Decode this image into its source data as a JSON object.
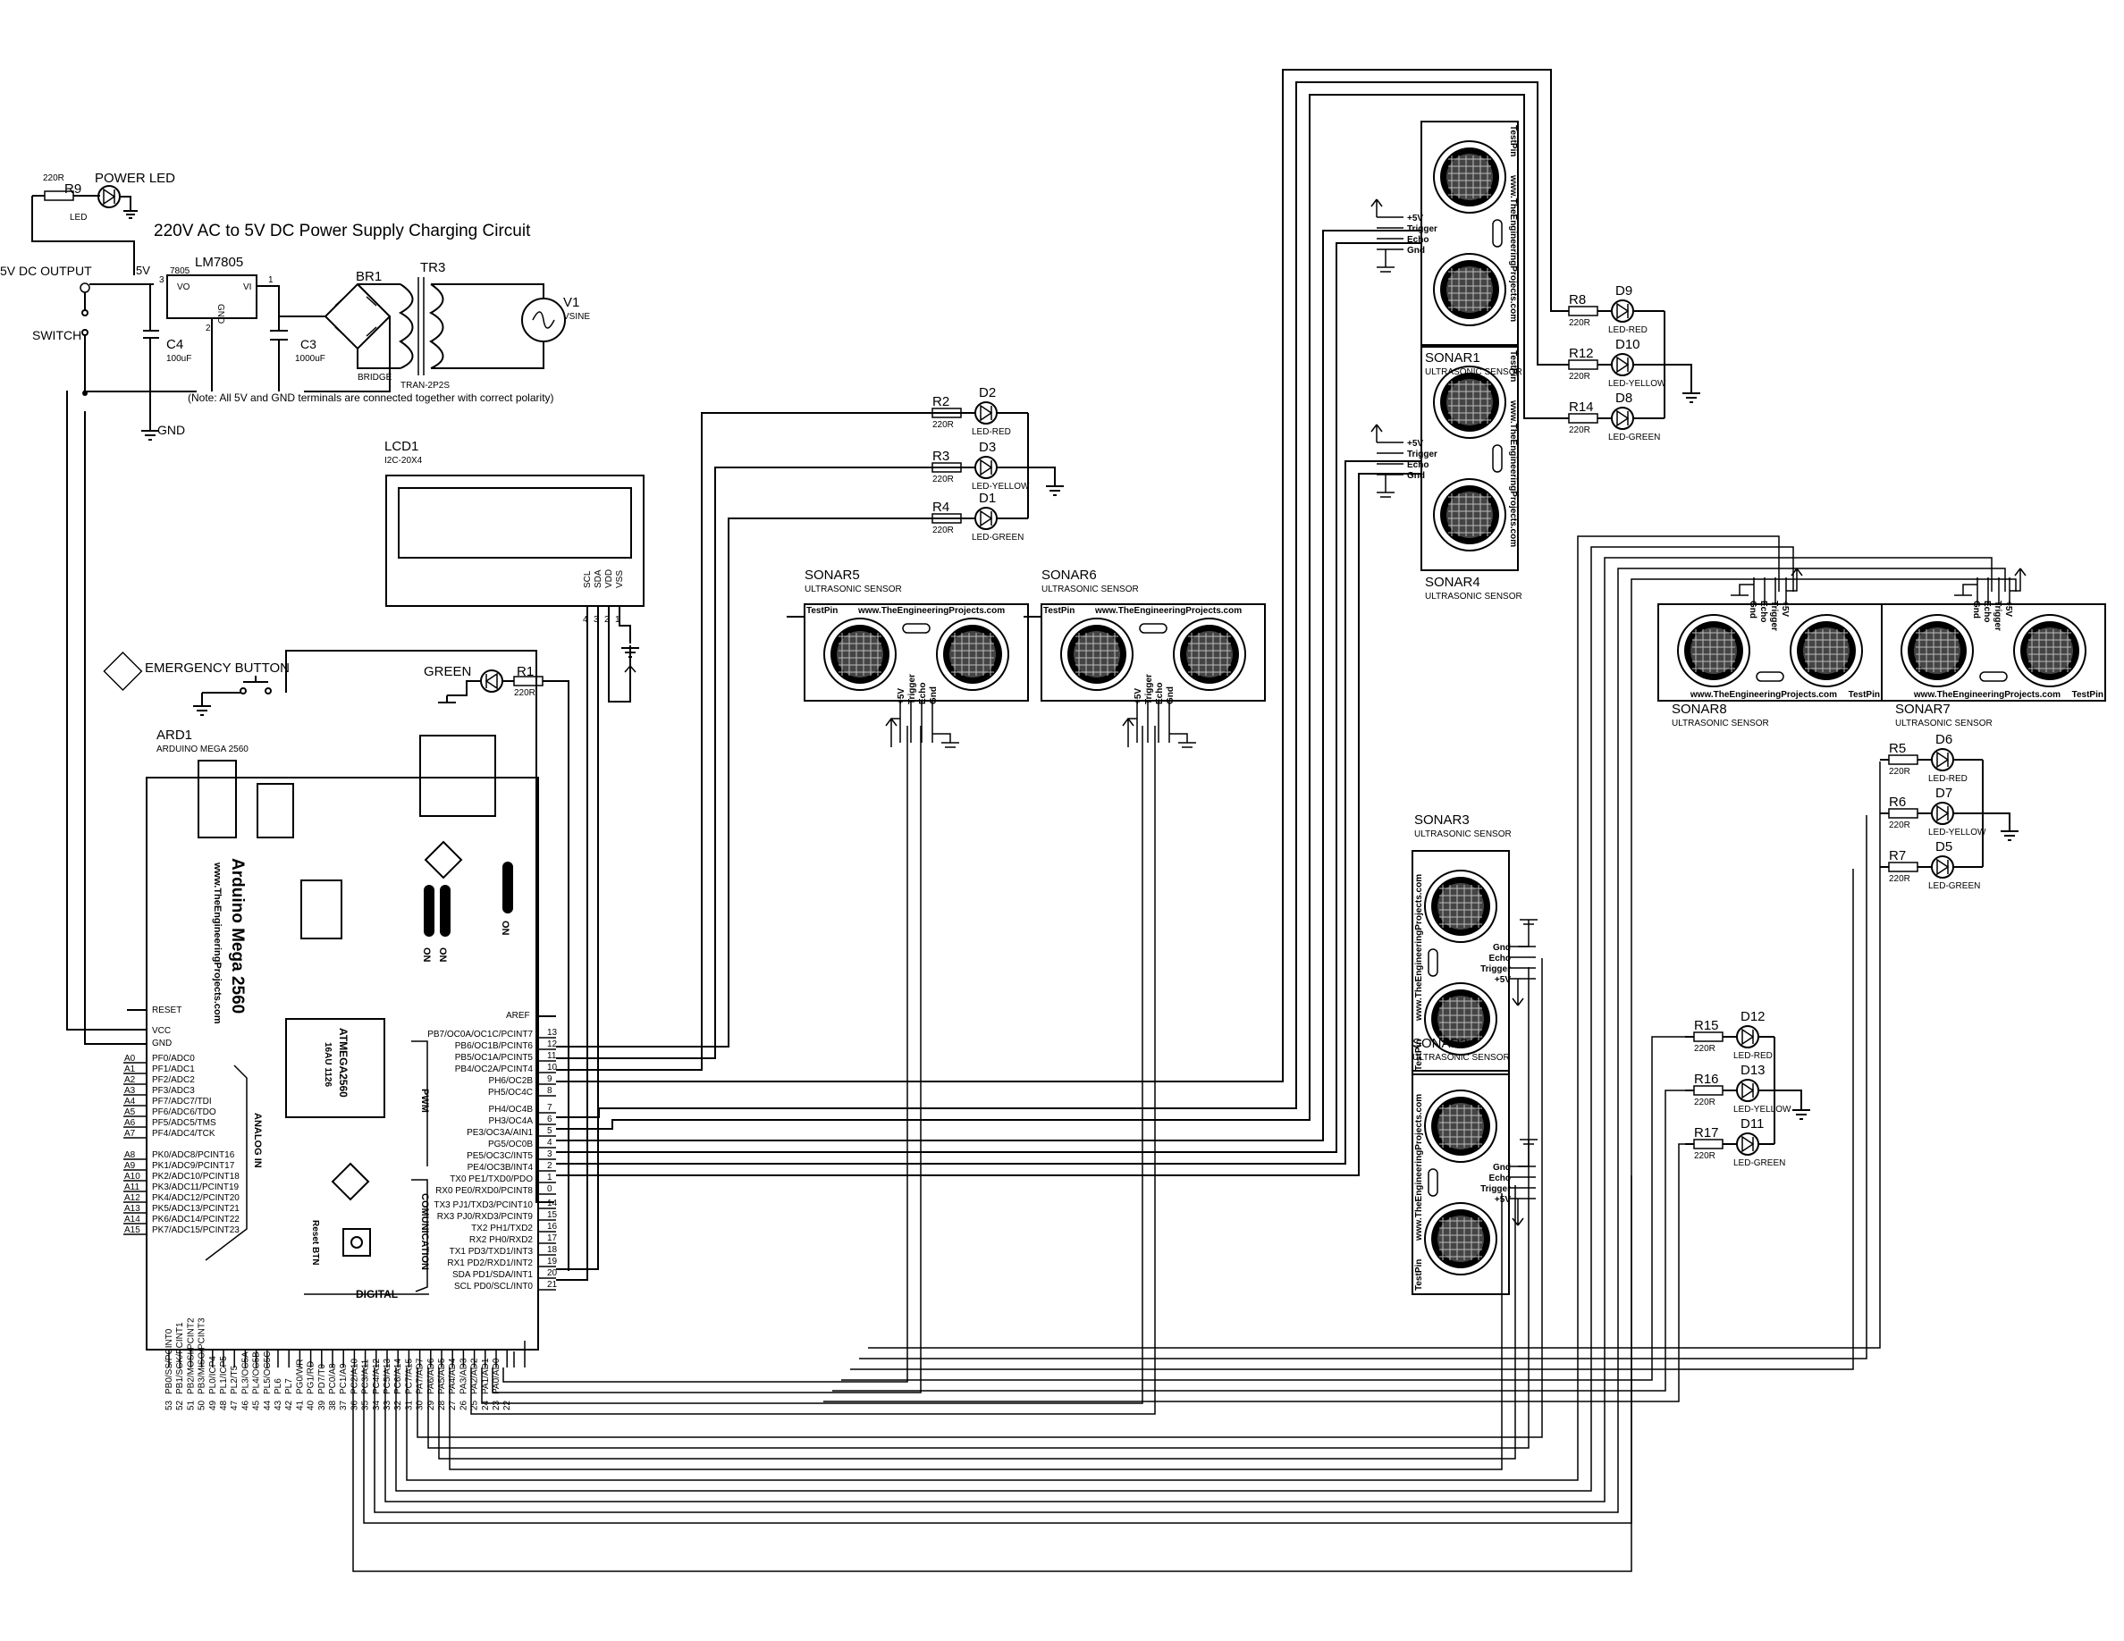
{
  "title": "220V AC to 5V DC Power Supply Charging Circuit",
  "note": "(Note: All 5V and GND terminals are connected together with correct polarity)",
  "power": {
    "r9": {
      "ref": "R9",
      "value": "220R"
    },
    "power_led": {
      "name": "POWER LED",
      "sub": "LED"
    },
    "out_label": "5V DC OUTPUT",
    "v5": "5V",
    "switch": "SWITCH",
    "gnd": "GND",
    "c4": {
      "ref": "C4",
      "value": "100uF"
    },
    "reg": {
      "ref": "LM7805",
      "sub": "7805",
      "vo": "VO",
      "vi": "VI",
      "gnd": "GND",
      "p1": "1",
      "p2": "2",
      "p3": "3"
    },
    "br1": {
      "ref": "BR1",
      "sub": "BRIDGE"
    },
    "c3": {
      "ref": "C3",
      "value": "1000uF"
    },
    "tr3": {
      "ref": "TR3",
      "sub": "TRAN-2P2S"
    },
    "v1": {
      "ref": "V1",
      "sub": "VSINE"
    }
  },
  "lcd": {
    "ref": "LCD1",
    "sub": "I2C-20X4",
    "pins": [
      "SCL",
      "SDA",
      "VDD",
      "VSS"
    ],
    "nums": [
      "4",
      "3",
      "2",
      "1"
    ]
  },
  "emergency": "EMERGENCY BUTTON",
  "green_led": {
    "name": "GREEN",
    "ref": "R1",
    "value": "220R"
  },
  "arduino": {
    "ref": "ARD1",
    "sub": "ARDUINO MEGA 2560",
    "brand": "Arduino Mega 2560",
    "url": "www.TheEngineeringProjects.com",
    "chip": "ATMEGA2560",
    "chip_sub": "16AU 1126",
    "on1": "ON",
    "on2": "ON",
    "on3": "ON",
    "reset_btn": "Reset BTN",
    "analog_in": "ANALOG IN",
    "pwm": "PWM",
    "comm": "COMUNICATION",
    "digital": "DIGITAL",
    "left_pins": [
      "RESET",
      "VCC",
      "GND"
    ],
    "analog_labels": [
      "A0",
      "A1",
      "A2",
      "A3",
      "A4",
      "A5",
      "A6",
      "A7",
      "A8",
      "A9",
      "A10",
      "A11",
      "A12",
      "A13",
      "A14",
      "A15"
    ],
    "analog_pins": [
      "PF0/ADC0",
      "PF1/ADC1",
      "PF2/ADC2",
      "PF3/ADC3",
      "PF7/ADC7/TDI",
      "PF6/ADC6/TDO",
      "PF5/ADC5/TMS",
      "PF4/ADC4/TCK",
      "PK0/ADC8/PCINT16",
      "PK1/ADC9/PCINT17",
      "PK2/ADC10/PCINT18",
      "PK3/ADC11/PCINT19",
      "PK4/ADC12/PCINT20",
      "PK5/ADC13/PCINT21",
      "PK6/ADC14/PCINT22",
      "PK7/ADC15/PCINT23"
    ],
    "aref": "AREF",
    "right_pins": [
      {
        "name": "PB7/OC0A/OC1C/PCINT7",
        "num": "13"
      },
      {
        "name": "PB6/OC1B/PCINT6",
        "num": "12"
      },
      {
        "name": "PB5/OC1A/PCINT5",
        "num": "11"
      },
      {
        "name": "PB4/OC2A/PCINT4",
        "num": "10"
      },
      {
        "name": "PH6/OC2B",
        "num": "9"
      },
      {
        "name": "PH5/OC4C",
        "num": "8"
      },
      {
        "name": "PH4/OC4B",
        "num": "7"
      },
      {
        "name": "PH3/OC4A",
        "num": "6"
      },
      {
        "name": "PE3/OC3A/AIN1",
        "num": "5"
      },
      {
        "name": "PG5/OC0B",
        "num": "4"
      },
      {
        "name": "PE5/OC3C/INT5",
        "num": "3"
      },
      {
        "name": "PE4/OC3B/INT4",
        "num": "2"
      },
      {
        "name": "TX0 PE1/TXD0/PDO",
        "num": "1"
      },
      {
        "name": "RX0 PE0/RXD0/PCINT8",
        "num": "0"
      },
      {
        "name": "TX3 PJ1/TXD3/PCINT10",
        "num": "14"
      },
      {
        "name": "RX3 PJ0/RXD3/PCINT9",
        "num": "15"
      },
      {
        "name": "TX2 PH1/TXD2",
        "num": "16"
      },
      {
        "name": "RX2 PH0/RXD2",
        "num": "17"
      },
      {
        "name": "TX1 PD3/TXD1/INT3",
        "num": "18"
      },
      {
        "name": "RX1 PD2/RXD1/INT2",
        "num": "19"
      },
      {
        "name": "SDA PD1/SDA/INT1",
        "num": "20"
      },
      {
        "name": "SCL PD0/SCL/INT0",
        "num": "21"
      }
    ],
    "bottom_labels": [
      "PB0/SS/PCINT0",
      "PB1/SCK/PCINT1",
      "PB2/MOSI/PCINT2",
      "PB3/MISO/PCINT3",
      "PL0/ICP4",
      "PL1/ICP5",
      "PL2/T5",
      "PL3/OC5A",
      "PL4/OC5B",
      "PL5/OC5C",
      "PL6",
      "PL7",
      "PG0/WR",
      "PG1/RD",
      "PD7/T0",
      "PC0/A8",
      "PC1/A9",
      "PC2/A10",
      "PC3/A11",
      "PC4/A12",
      "PC5/A13",
      "PC6/A14",
      "PC7/A15",
      "PA7/AD7",
      "PA6/AD6",
      "PA5/AD5",
      "PA4/AD4",
      "PA3/AD3",
      "PA2/AD2",
      "PA1/AD1",
      "PA0/AD0"
    ],
    "bottom_nums": [
      "53",
      "52",
      "51",
      "50",
      "49",
      "48",
      "47",
      "46",
      "45",
      "44",
      "43",
      "42",
      "41",
      "40",
      "39",
      "38",
      "37",
      "36",
      "35",
      "34",
      "33",
      "32",
      "31",
      "30",
      "29",
      "28",
      "27",
      "26",
      "25",
      "24",
      "23",
      "22"
    ]
  },
  "leds_top": [
    {
      "r": "R2",
      "rv": "220R",
      "d": "D2",
      "dl": "LED-RED"
    },
    {
      "r": "R3",
      "rv": "220R",
      "d": "D3",
      "dl": "LED-YELLOW"
    },
    {
      "r": "R4",
      "rv": "220R",
      "d": "D1",
      "dl": "LED-GREEN"
    }
  ],
  "leds_right1": [
    {
      "r": "R8",
      "rv": "220R",
      "d": "D9",
      "dl": "LED-RED"
    },
    {
      "r": "R12",
      "rv": "220R",
      "d": "D10",
      "dl": "LED-YELLOW"
    },
    {
      "r": "R14",
      "rv": "220R",
      "d": "D8",
      "dl": "LED-GREEN"
    }
  ],
  "leds_right2": [
    {
      "r": "R5",
      "rv": "220R",
      "d": "D6",
      "dl": "LED-RED"
    },
    {
      "r": "R6",
      "rv": "220R",
      "d": "D7",
      "dl": "LED-YELLOW"
    },
    {
      "r": "R7",
      "rv": "220R",
      "d": "D5",
      "dl": "LED-GREEN"
    }
  ],
  "leds_right3": [
    {
      "r": "R15",
      "rv": "220R",
      "d": "D12",
      "dl": "LED-RED"
    },
    {
      "r": "R16",
      "rv": "220R",
      "d": "D13",
      "dl": "LED-YELLOW"
    },
    {
      "r": "R17",
      "rv": "220R",
      "d": "D11",
      "dl": "LED-GREEN"
    }
  ],
  "sonar_common": {
    "sub": "ULTRASONIC SENSOR",
    "url": "www.TheEngineeringProjects.com",
    "testpin": "TestPin",
    "pins": [
      "+5V",
      "Trigger",
      "Echo",
      "Gnd"
    ]
  },
  "sonars": [
    {
      "ref": "SONAR5"
    },
    {
      "ref": "SONAR6"
    },
    {
      "ref": "SONAR1"
    },
    {
      "ref": "SONAR4"
    },
    {
      "ref": "SONAR8"
    },
    {
      "ref": "SONAR7"
    },
    {
      "ref": "SONAR3"
    },
    {
      "ref": "SONAR2"
    }
  ]
}
